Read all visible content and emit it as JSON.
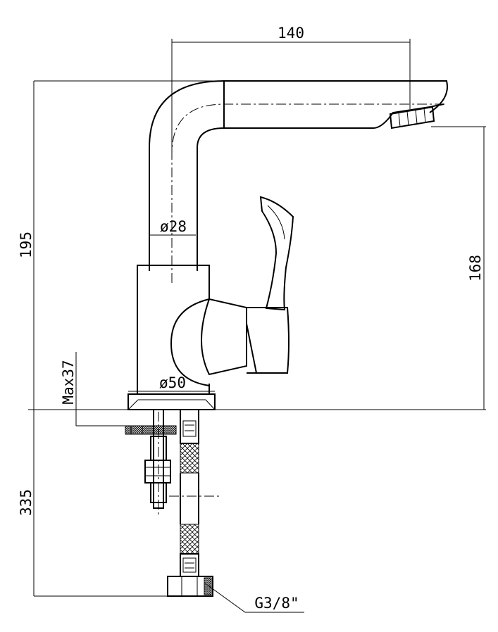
{
  "drawing": {
    "dimensions": {
      "spout_reach": "140",
      "total_height": "195",
      "spout_height": "168",
      "column_diameter": "ø28",
      "base_diameter": "ø50",
      "max_deck_thickness": "Max37",
      "hose_length": "335",
      "thread": "G3/8\""
    }
  }
}
